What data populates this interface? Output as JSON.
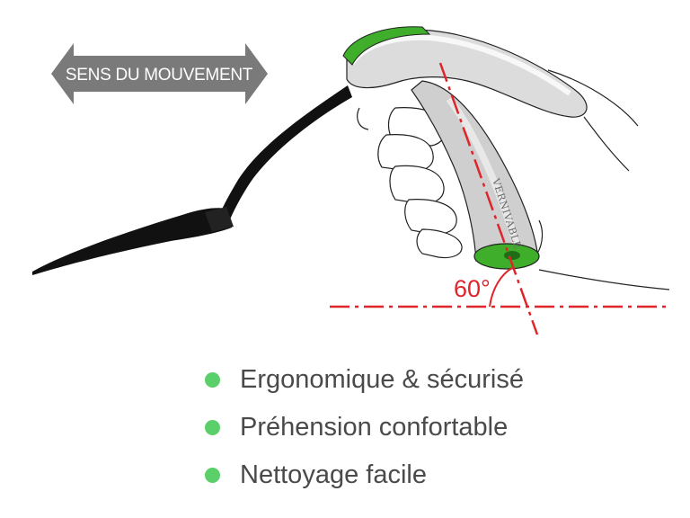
{
  "direction_arrow": {
    "label": "SENS DU MOUVEMENT",
    "icon": "double-headed-arrow",
    "color": "#7a7a7a"
  },
  "angle": {
    "label": "60°",
    "color": "#e0242b"
  },
  "handle_engraving": "VERNIVABLE",
  "colors": {
    "accent_green": "#3fae2a",
    "bullet_green": "#5bd06a",
    "text_gray": "#4a4a4a"
  },
  "features": [
    {
      "label": "Ergonomique & sécurisé",
      "icon": "green-dot-bullet"
    },
    {
      "label": "Préhension confortable",
      "icon": "green-dot-bullet"
    },
    {
      "label": "Nettoyage facile",
      "icon": "green-dot-bullet"
    }
  ]
}
